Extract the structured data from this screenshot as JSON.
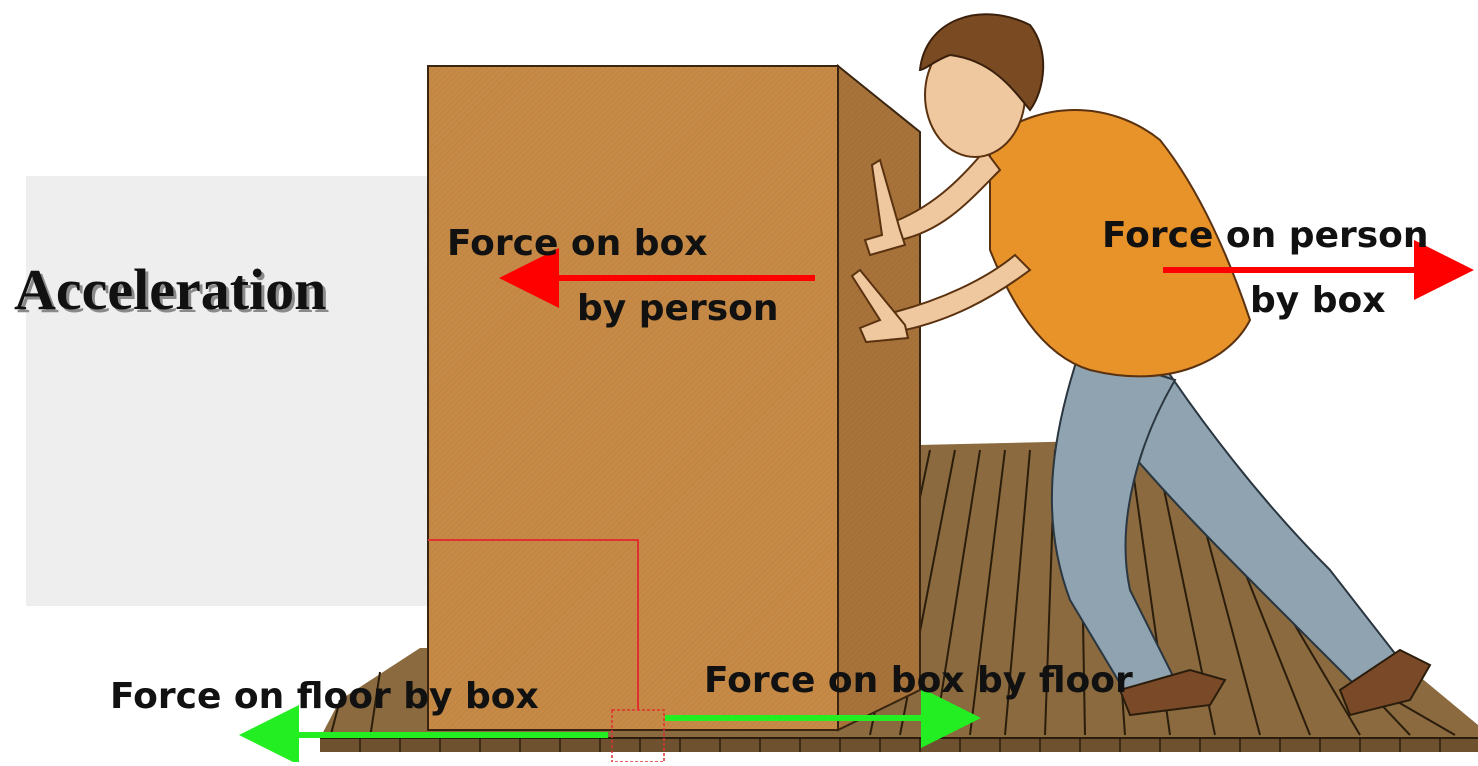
{
  "title": "Acceleration",
  "labels": {
    "box_by_person_line1": "Force on box",
    "box_by_person_line2": "by person",
    "person_by_box_line1": "Force on person",
    "person_by_box_line2": "by box",
    "floor_by_box": "Force on floor by box",
    "box_by_floor": "Force on box by floor"
  },
  "colors": {
    "action_reaction_push": "#ff0000",
    "action_reaction_friction": "#22ee22",
    "box_front": "#c68a46",
    "box_side": "#a8733a",
    "floor": "#8a6a3e",
    "shirt": "#e8922a",
    "jeans": "#8fa3b0",
    "skin": "#f0c8a0",
    "hair": "#7a4a22"
  }
}
